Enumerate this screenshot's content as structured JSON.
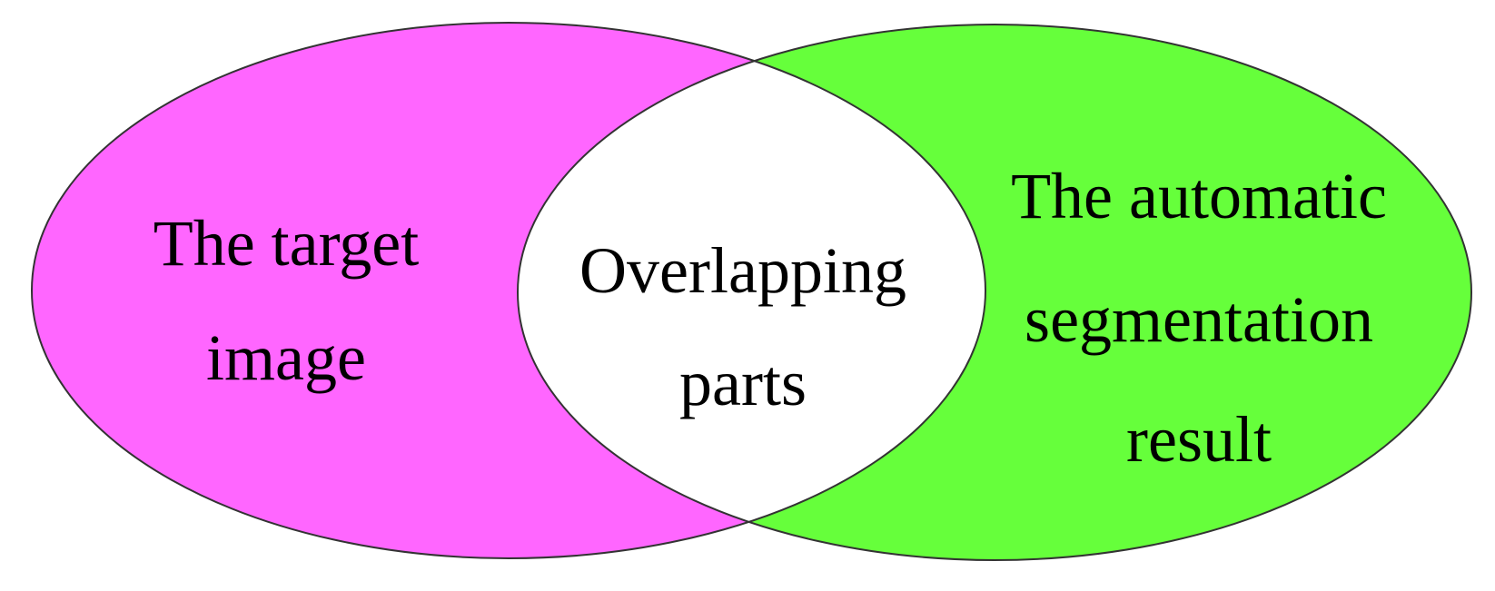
{
  "diagram": {
    "type": "venn",
    "colors": {
      "left_set": "#ff66ff",
      "right_set": "#66ff3b",
      "intersection": "#ffffff",
      "outline": "#333333"
    },
    "left_set": {
      "lines": [
        "The target",
        "image"
      ]
    },
    "right_set": {
      "lines": [
        "The automatic",
        "segmentation",
        "result"
      ]
    },
    "intersection": {
      "lines": [
        "Overlapping",
        "parts"
      ]
    }
  }
}
